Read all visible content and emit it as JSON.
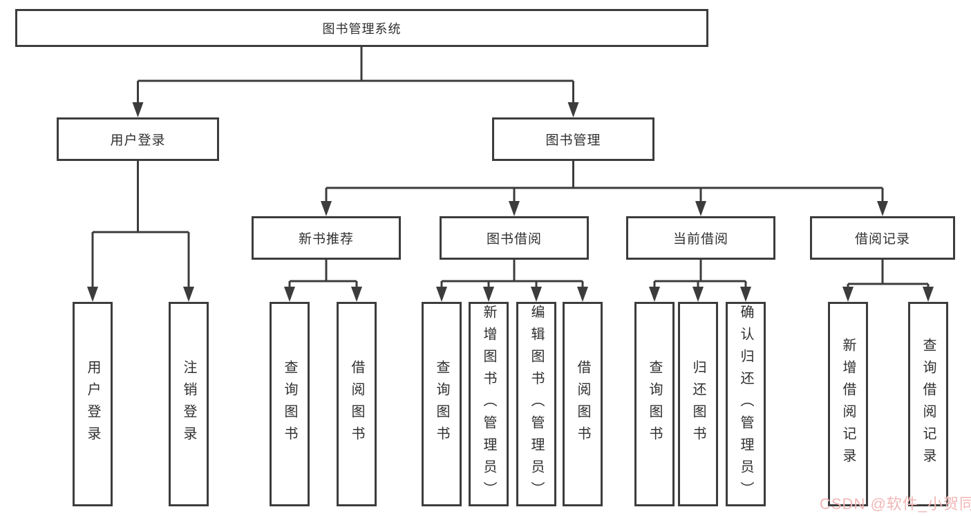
{
  "tree": {
    "root": {
      "label": "图书管理系统"
    },
    "branches": [
      {
        "label": "用户登录",
        "children": [
          {
            "label": "用户登录"
          },
          {
            "label": "注销登录"
          }
        ]
      },
      {
        "label": "图书管理",
        "children": [
          {
            "label": "新书推荐",
            "children": [
              {
                "label": "查询图书"
              },
              {
                "label": "借阅图书"
              }
            ]
          },
          {
            "label": "图书借阅",
            "children": [
              {
                "label": "查询图书"
              },
              {
                "label": "新增图书（管理员）"
              },
              {
                "label": "编辑图书（管理员）"
              },
              {
                "label": "借阅图书"
              }
            ]
          },
          {
            "label": "当前借阅",
            "children": [
              {
                "label": "查询图书"
              },
              {
                "label": "归还图书"
              },
              {
                "label": "确认归还（管理员）"
              }
            ]
          },
          {
            "label": "借阅记录",
            "children": [
              {
                "label": "新增借阅记录"
              },
              {
                "label": "查询借阅记录"
              }
            ]
          }
        ]
      }
    ]
  },
  "watermark": {
    "text": "CSDN @软件_小贺同学"
  },
  "colors": {
    "line": "#3c3c3c",
    "box_border": "#3c3c3c",
    "box_fill": "#ffffff",
    "text": "#2f2f2f",
    "watermark": "#f2b6b6",
    "background": "#ffffff"
  }
}
